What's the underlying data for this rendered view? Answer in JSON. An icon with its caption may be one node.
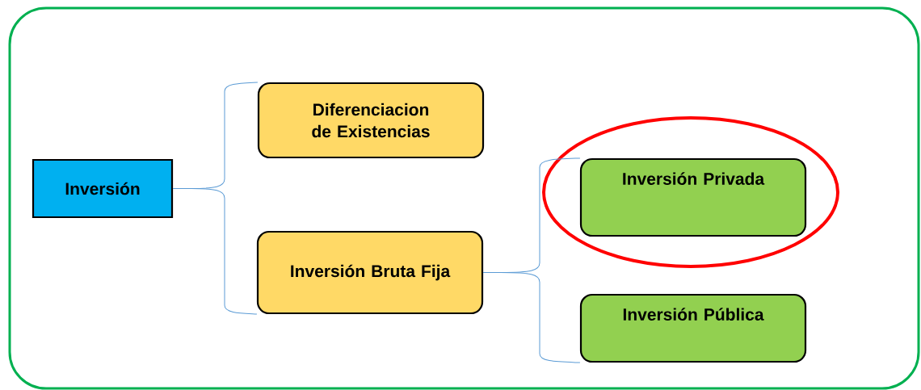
{
  "diagram": {
    "nodes": [
      {
        "text": [
          "Inversión"
        ]
      },
      {
        "text": [
          "Diferenciacion de Existencias"
        ]
      },
      {
        "text": [
          "Inversión Bruta Fija"
        ]
      },
      {
        "text": [
          "Inversión Privada"
        ]
      },
      {
        "text": [
          "Inversión Pública"
        ]
      }
    ],
    "edges": [
      {
        "from": 0,
        "to": 1,
        "arrow": "none"
      },
      {
        "from": 0,
        "to": 2,
        "arrow": "none"
      },
      {
        "from": 2,
        "to": 3,
        "arrow": "none"
      },
      {
        "from": 2,
        "to": 4,
        "arrow": "none"
      }
    ]
  }
}
